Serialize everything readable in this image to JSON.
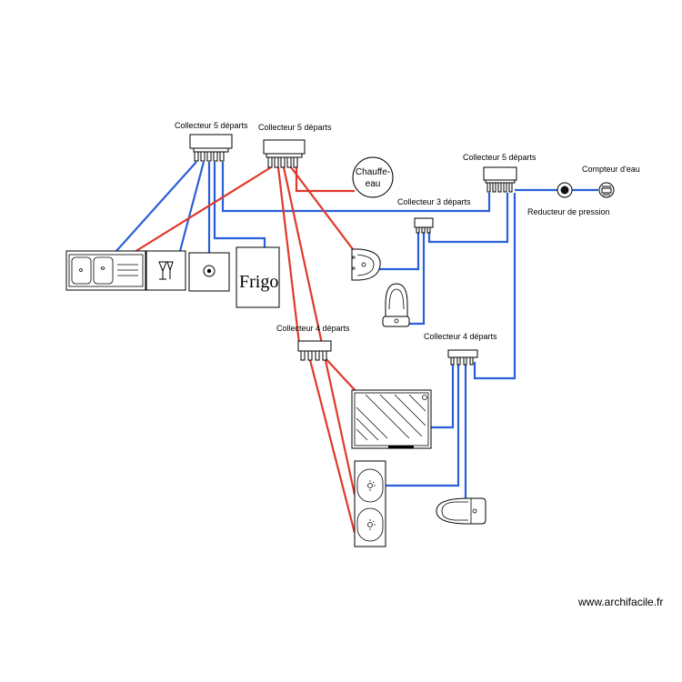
{
  "labels": {
    "collector_kitchen": "Collecteur 5 départs",
    "collector_hot": "Collecteur 5 départs",
    "collector_main": "Collecteur 5 départs",
    "collector_3": "Collecteur 3 départs",
    "collector_4_left": "Collecteur 4 départs",
    "collector_4_right": "Collecteur 4 départs",
    "water_meter": "Compteur d'eau",
    "pressure_reducer": "Reducteur de pression",
    "water_heater_line1": "Chauffe-",
    "water_heater_line2": "eau",
    "fridge": "Frigo"
  },
  "watermark": "www.archifacile.fr",
  "colors": {
    "hot_water": "#e0392b",
    "cold_water": "#2b5fd9"
  }
}
